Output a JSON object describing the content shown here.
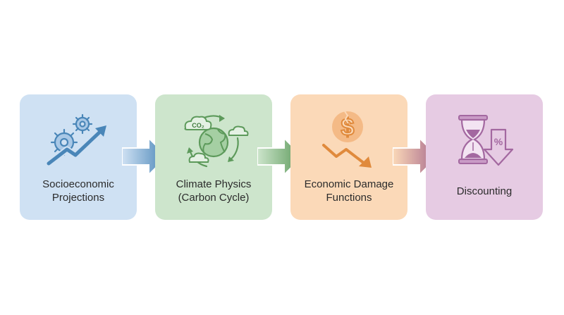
{
  "steps": [
    {
      "line1": "Socioeconomic",
      "line2": "Projections",
      "icon": "growth-gears-icon",
      "color": "#cfe1f3",
      "accent": "#4a86b8"
    },
    {
      "line1": "Climate Physics",
      "line2": "(Carbon Cycle)",
      "icon": "globe-carbon-cycle-icon",
      "color": "#cde5cc",
      "accent": "#5d9a5b",
      "co2": "CO₂"
    },
    {
      "line1": "Economic Damage",
      "line2": "Functions",
      "icon": "dollar-decline-icon",
      "color": "#fbd9b8",
      "accent": "#e08a3c"
    },
    {
      "line1": "Discounting",
      "icon": "hourglass-discount-icon",
      "color": "#e6cbe3",
      "accent": "#a368a0",
      "percent": "%"
    }
  ]
}
